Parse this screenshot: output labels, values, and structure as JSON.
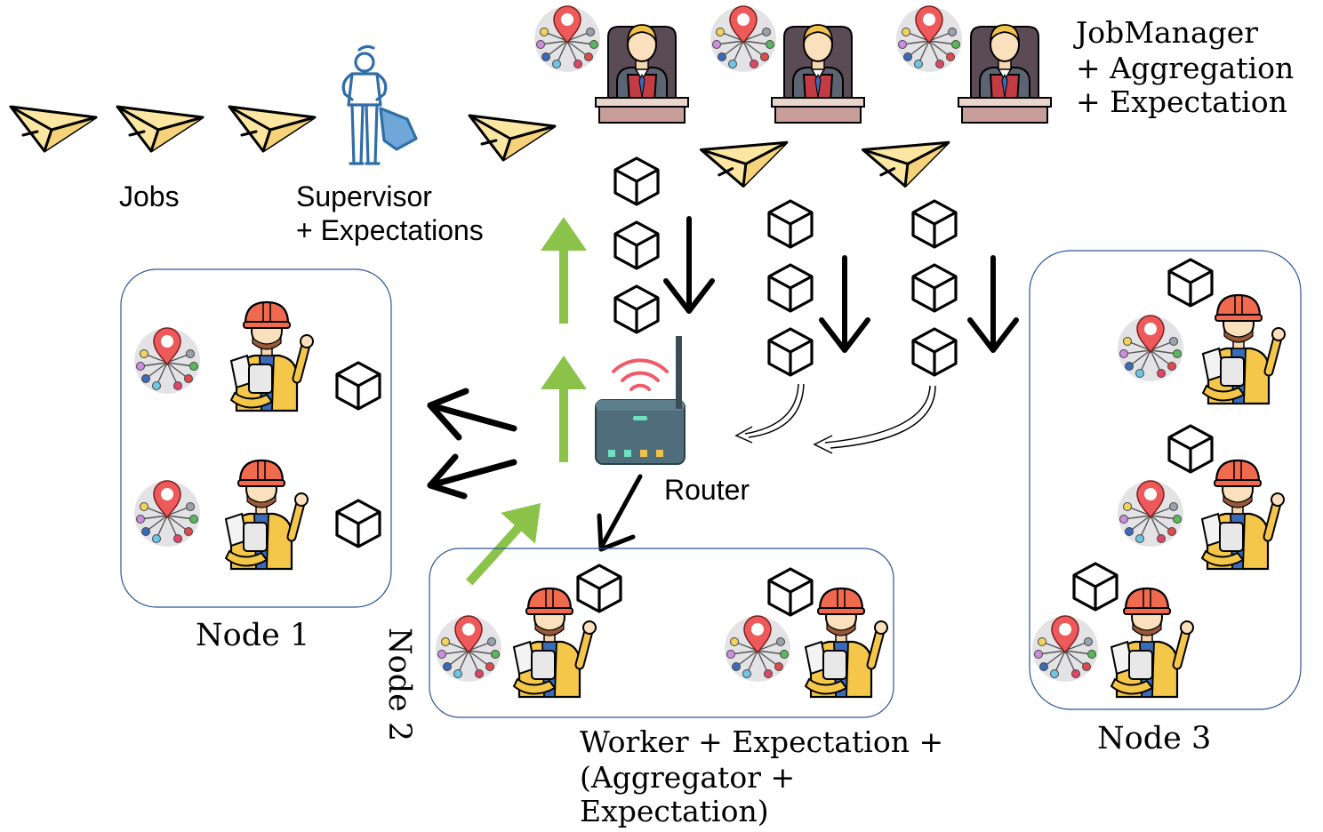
{
  "labels": {
    "jobs": "Jobs",
    "supervisor_line1": "Supervisor",
    "supervisor_line2": "+ Expectations",
    "jobmanager_line1": "JobManager",
    "jobmanager_line2": "+ Aggregation",
    "jobmanager_line3": "+ Expectation",
    "router": "Router",
    "node1": "Node 1",
    "node2": "Node 2",
    "node3": "Node 3",
    "worker_line1": "Worker + Expectation +",
    "worker_line2": "(Aggregator +",
    "worker_line3": "Expectation)"
  },
  "icons": {
    "job": "paper-plane-icon",
    "supervisor": "superhero-icon",
    "job_manager": "judge-icon",
    "expectation": "location-network-icon",
    "data_package": "cube-icon",
    "router": "wifi-router-icon",
    "worker": "engineer-icon"
  },
  "colors": {
    "node_border": "#2e5597",
    "upward_arrow": "#8bc34a",
    "arrow_black": "#000000",
    "router_body": "#4f6d7a",
    "wifi_signal": "#f05a67",
    "paper_plane": "#fbe6a2"
  }
}
